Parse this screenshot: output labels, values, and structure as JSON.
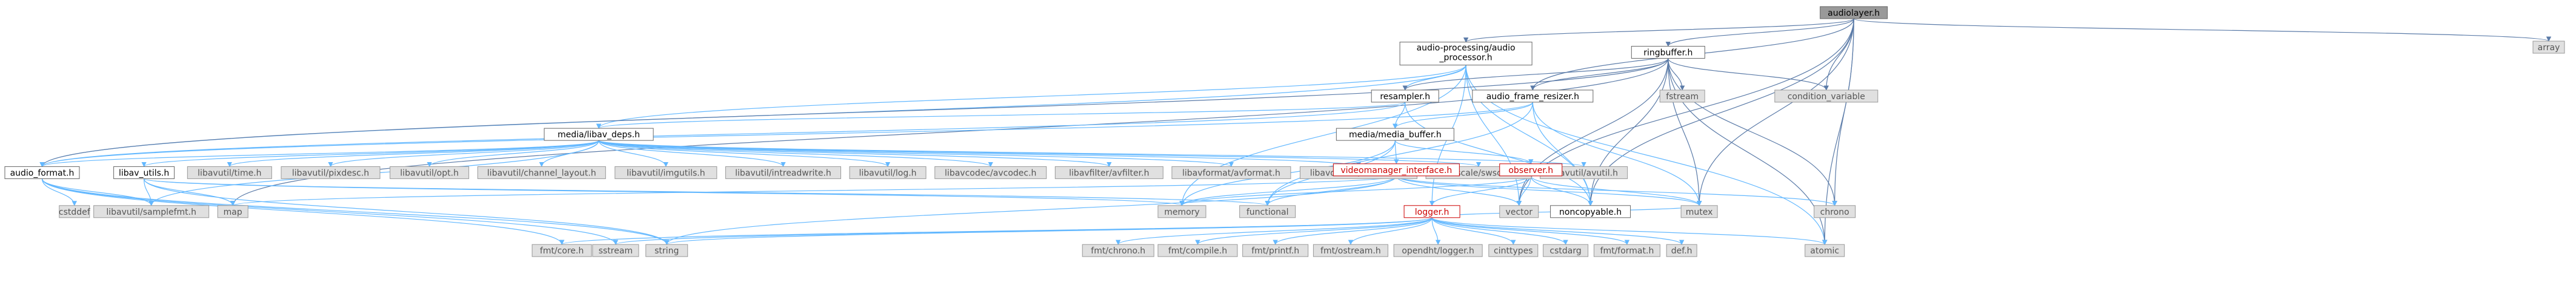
{
  "colors": {
    "edge_blue": "#63b8ff",
    "edge_dark": "#5b7ba8",
    "root_fill": "#999999",
    "internal_fill": "#ffffff",
    "external_fill": "#e0e0e0",
    "red_node": "#cc0000"
  },
  "nodes": [
    {
      "id": "audiolayer",
      "label": "audiolayer.h",
      "kind": "root"
    },
    {
      "id": "array",
      "label": "array",
      "kind": "external"
    },
    {
      "id": "audio_processing",
      "label": "audio-processing/audio\n_processor.h",
      "kind": "internal"
    },
    {
      "id": "ringbuffer",
      "label": "ringbuffer.h",
      "kind": "internal"
    },
    {
      "id": "fstream",
      "label": "fstream",
      "kind": "external"
    },
    {
      "id": "condition_variable",
      "label": "condition_variable",
      "kind": "external"
    },
    {
      "id": "resampler",
      "label": "resampler.h",
      "kind": "internal"
    },
    {
      "id": "audio_frame_resizer",
      "label": "audio_frame_resizer.h",
      "kind": "internal"
    },
    {
      "id": "libav_deps",
      "label": "media/libav_deps.h",
      "kind": "internal"
    },
    {
      "id": "media_buffer",
      "label": "media/media_buffer.h",
      "kind": "internal"
    },
    {
      "id": "audio_format",
      "label": "audio_format.h",
      "kind": "internal"
    },
    {
      "id": "libav_utils",
      "label": "libav_utils.h",
      "kind": "internal"
    },
    {
      "id": "libavutil_time",
      "label": "libavutil/time.h",
      "kind": "external"
    },
    {
      "id": "libavutil_pixdesc",
      "label": "libavutil/pixdesc.h",
      "kind": "external"
    },
    {
      "id": "libavutil_opt",
      "label": "libavutil/opt.h",
      "kind": "external"
    },
    {
      "id": "libavutil_channel_layout",
      "label": "libavutil/channel_layout.h",
      "kind": "external"
    },
    {
      "id": "libavutil_imgutils",
      "label": "libavutil/imgutils.h",
      "kind": "external"
    },
    {
      "id": "libavutil_intreadwrite",
      "label": "libavutil/intreadwrite.h",
      "kind": "external"
    },
    {
      "id": "libavutil_log",
      "label": "libavutil/log.h",
      "kind": "external"
    },
    {
      "id": "libavcodec",
      "label": "libavcodec/avcodec.h",
      "kind": "external"
    },
    {
      "id": "libavfilter",
      "label": "libavfilter/avfilter.h",
      "kind": "external"
    },
    {
      "id": "libavformat",
      "label": "libavformat/avformat.h",
      "kind": "external"
    },
    {
      "id": "libavdevice",
      "label": "libavdevice/avdevice.h",
      "kind": "external"
    },
    {
      "id": "libswscale",
      "label": "libswscale/swscale.h",
      "kind": "external"
    },
    {
      "id": "libavutil_avutil",
      "label": "libavutil/avutil.h",
      "kind": "external"
    },
    {
      "id": "videomanager_interface",
      "label": "videomanager_interface.h",
      "kind": "red"
    },
    {
      "id": "observer",
      "label": "observer.h",
      "kind": "red"
    },
    {
      "id": "cstddef",
      "label": "cstddef",
      "kind": "external"
    },
    {
      "id": "libavutil_samplefmt",
      "label": "libavutil/samplefmt.h",
      "kind": "external"
    },
    {
      "id": "map",
      "label": "map",
      "kind": "external"
    },
    {
      "id": "memory",
      "label": "memory",
      "kind": "external"
    },
    {
      "id": "functional",
      "label": "functional",
      "kind": "external"
    },
    {
      "id": "vector",
      "label": "vector",
      "kind": "external"
    },
    {
      "id": "noncopyable",
      "label": "noncopyable.h",
      "kind": "internal"
    },
    {
      "id": "mutex",
      "label": "mutex",
      "kind": "external"
    },
    {
      "id": "chrono",
      "label": "chrono",
      "kind": "external"
    },
    {
      "id": "logger",
      "label": "logger.h",
      "kind": "red"
    },
    {
      "id": "fmt_core",
      "label": "fmt/core.h",
      "kind": "external"
    },
    {
      "id": "sstream",
      "label": "sstream",
      "kind": "external"
    },
    {
      "id": "string",
      "label": "string",
      "kind": "external"
    },
    {
      "id": "fmt_chrono",
      "label": "fmt/chrono.h",
      "kind": "external"
    },
    {
      "id": "fmt_compile",
      "label": "fmt/compile.h",
      "kind": "external"
    },
    {
      "id": "fmt_printf",
      "label": "fmt/printf.h",
      "kind": "external"
    },
    {
      "id": "fmt_ostream",
      "label": "fmt/ostream.h",
      "kind": "external"
    },
    {
      "id": "opendht_logger",
      "label": "opendht/logger.h",
      "kind": "external"
    },
    {
      "id": "cinttypes",
      "label": "cinttypes",
      "kind": "external"
    },
    {
      "id": "cstdarg",
      "label": "cstdarg",
      "kind": "external"
    },
    {
      "id": "fmt_format",
      "label": "fmt/format.h",
      "kind": "external"
    },
    {
      "id": "def",
      "label": "def.h",
      "kind": "external"
    },
    {
      "id": "atomic",
      "label": "atomic",
      "kind": "external"
    }
  ],
  "edges": [
    [
      "audiolayer",
      "array"
    ],
    [
      "audiolayer",
      "audio_processing"
    ],
    [
      "audiolayer",
      "ringbuffer"
    ],
    [
      "audiolayer",
      "condition_variable"
    ],
    [
      "audiolayer",
      "audio_frame_resizer"
    ],
    [
      "audiolayer",
      "chrono"
    ],
    [
      "audiolayer",
      "mutex"
    ],
    [
      "audiolayer",
      "vector"
    ],
    [
      "audiolayer",
      "atomic"
    ],
    [
      "audiolayer",
      "noncopyable"
    ],
    [
      "audio_processing",
      "resampler"
    ],
    [
      "audio_processing",
      "libav_deps"
    ],
    [
      "audio_processing",
      "audio_format"
    ],
    [
      "audio_processing",
      "logger"
    ],
    [
      "audio_processing",
      "noncopyable"
    ],
    [
      "audio_processing",
      "atomic"
    ],
    [
      "audio_processing",
      "memory"
    ],
    [
      "audio_processing",
      "vector"
    ],
    [
      "ringbuffer",
      "fstream"
    ],
    [
      "ringbuffer",
      "condition_variable"
    ],
    [
      "ringbuffer",
      "resampler"
    ],
    [
      "ringbuffer",
      "audio_frame_resizer"
    ],
    [
      "ringbuffer",
      "audio_format"
    ],
    [
      "ringbuffer",
      "noncopyable"
    ],
    [
      "ringbuffer",
      "mutex"
    ],
    [
      "ringbuffer",
      "chrono"
    ],
    [
      "ringbuffer",
      "atomic"
    ],
    [
      "ringbuffer",
      "vector"
    ],
    [
      "ringbuffer",
      "map"
    ],
    [
      "resampler",
      "libav_deps"
    ],
    [
      "resampler",
      "media_buffer"
    ],
    [
      "resampler",
      "noncopyable"
    ],
    [
      "resampler",
      "audio_format"
    ],
    [
      "audio_frame_resizer",
      "media_buffer"
    ],
    [
      "audio_frame_resizer",
      "noncopyable"
    ],
    [
      "audio_frame_resizer",
      "mutex"
    ],
    [
      "audio_frame_resizer",
      "functional"
    ],
    [
      "audio_frame_resizer",
      "audio_format"
    ],
    [
      "libav_deps",
      "libav_utils"
    ],
    [
      "libav_deps",
      "libavutil_time"
    ],
    [
      "libav_deps",
      "libavutil_pixdesc"
    ],
    [
      "libav_deps",
      "libavutil_opt"
    ],
    [
      "libav_deps",
      "libavutil_channel_layout"
    ],
    [
      "libav_deps",
      "libavutil_imgutils"
    ],
    [
      "libav_deps",
      "libavutil_intreadwrite"
    ],
    [
      "libav_deps",
      "libavutil_log"
    ],
    [
      "libav_deps",
      "libavcodec"
    ],
    [
      "libav_deps",
      "libavfilter"
    ],
    [
      "libav_deps",
      "libavformat"
    ],
    [
      "libav_deps",
      "libavdevice"
    ],
    [
      "libav_deps",
      "libswscale"
    ],
    [
      "libav_deps",
      "libavutil_avutil"
    ],
    [
      "libav_deps",
      "libavutil_samplefmt"
    ],
    [
      "libav_deps",
      "audio_format"
    ],
    [
      "media_buffer",
      "videomanager_interface"
    ],
    [
      "media_buffer",
      "observer"
    ],
    [
      "media_buffer",
      "memory"
    ],
    [
      "media_buffer",
      "functional"
    ],
    [
      "videomanager_interface",
      "memory"
    ],
    [
      "videomanager_interface",
      "functional"
    ],
    [
      "videomanager_interface",
      "vector"
    ],
    [
      "videomanager_interface",
      "map"
    ],
    [
      "videomanager_interface",
      "mutex"
    ],
    [
      "videomanager_interface",
      "chrono"
    ],
    [
      "videomanager_interface",
      "string"
    ],
    [
      "observer",
      "memory"
    ],
    [
      "observer",
      "vector"
    ],
    [
      "observer",
      "mutex"
    ],
    [
      "observer",
      "logger"
    ],
    [
      "observer",
      "noncopyable"
    ],
    [
      "audio_format",
      "cstddef"
    ],
    [
      "audio_format",
      "libavutil_samplefmt"
    ],
    [
      "audio_format",
      "fmt_core"
    ],
    [
      "audio_format",
      "sstream"
    ],
    [
      "audio_format",
      "string"
    ],
    [
      "libav_utils",
      "libavutil_samplefmt"
    ],
    [
      "libav_utils",
      "map"
    ],
    [
      "libav_utils",
      "string"
    ],
    [
      "libav_utils",
      "memory"
    ],
    [
      "libav_utils",
      "functional"
    ],
    [
      "logger",
      "fmt_core"
    ],
    [
      "logger",
      "sstream"
    ],
    [
      "logger",
      "string"
    ],
    [
      "logger",
      "fmt_chrono"
    ],
    [
      "logger",
      "fmt_compile"
    ],
    [
      "logger",
      "fmt_printf"
    ],
    [
      "logger",
      "fmt_ostream"
    ],
    [
      "logger",
      "opendht_logger"
    ],
    [
      "logger",
      "cinttypes"
    ],
    [
      "logger",
      "cstdarg"
    ],
    [
      "logger",
      "fmt_format"
    ],
    [
      "logger",
      "def"
    ],
    [
      "logger",
      "atomic"
    ],
    [
      "logger",
      "mutex"
    ]
  ]
}
